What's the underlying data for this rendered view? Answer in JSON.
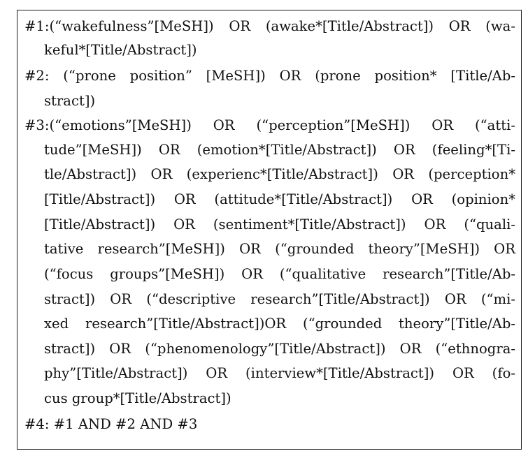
{
  "queries": [
    {
      "id": "#1",
      "lines": [
        "#1:(“wakefulness”[MeSH]) OR (awake*[Title/Abstract]) OR (wa-",
        "keful*[Title/Abstract])"
      ]
    },
    {
      "id": "#2",
      "lines": [
        "#2: (“prone position” [MeSH]) OR (prone position* [Title/Ab-",
        "stract])"
      ]
    },
    {
      "id": "#3",
      "lines": [
        "#3:(“emotions”[MeSH]) OR (“perception”[MeSH]) OR (“atti-",
        "tude”[MeSH]) OR (emotion*[Title/Abstract]) OR (feeling*[Ti-",
        "tle/Abstract]) OR (experienc*[Title/Abstract]) OR (perception*",
        "[Title/Abstract]) OR (attitude*[Title/Abstract]) OR (opinion*",
        "[Title/Abstract]) OR (sentiment*[Title/Abstract]) OR (“quali-",
        "tative research”[MeSH]) OR (“grounded theory”[MeSH]) OR",
        "(“focus groups”[MeSH]) OR (“qualitative research”[Title/Ab-",
        "stract]) OR (“descriptive research”[Title/Abstract]) OR (“mi-",
        "xed research”[Title/Abstract])OR (“grounded theory”[Title/Ab-",
        "stract]) OR (“phenomenology”[Title/Abstract]) OR (“ethnogra-",
        "phy”[Title/Abstract]) OR (interview*[Title/Abstract]) OR (fo-",
        "cus group*[Title/Abstract])"
      ]
    },
    {
      "id": "#4",
      "lines": [
        "#4: #1 AND #2 AND #3"
      ]
    }
  ]
}
